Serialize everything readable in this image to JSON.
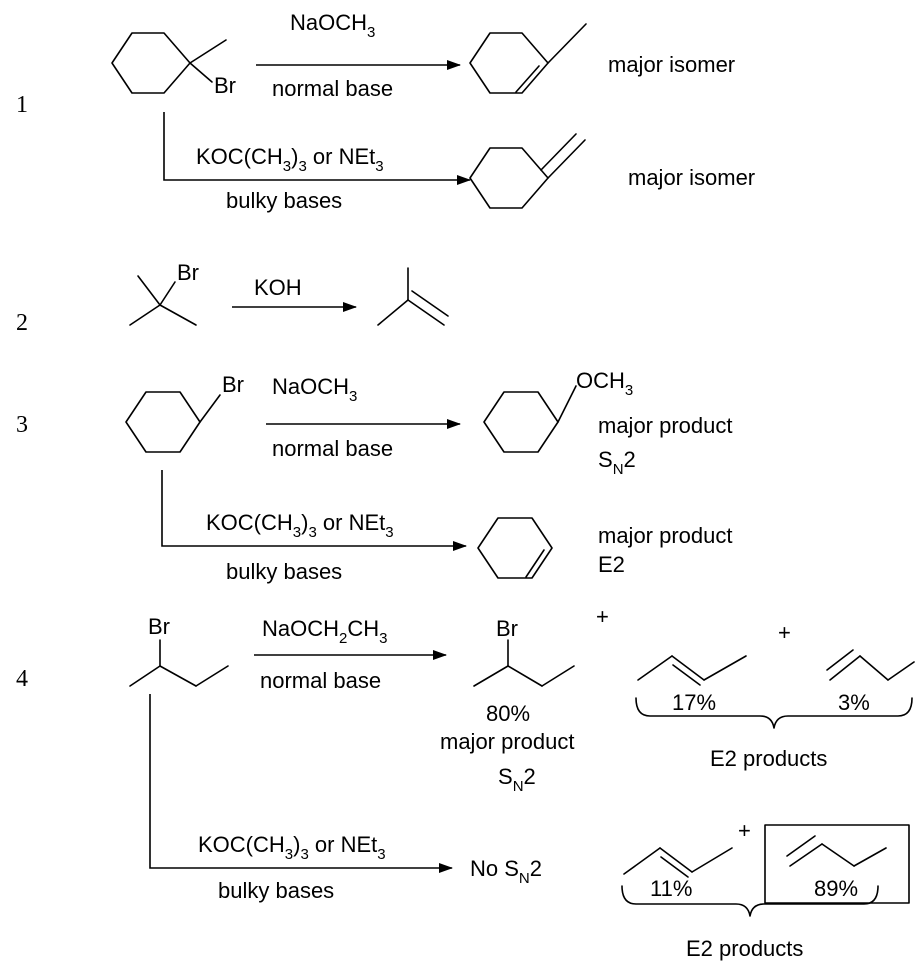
{
  "reactions": [
    {
      "number": "1",
      "reactant_label": "Br",
      "normal": {
        "reagent": "NaOCH",
        "reagent_sub": "3",
        "condition": "normal base",
        "product_note": "major isomer"
      },
      "bulky": {
        "reagent_a": "KOC(CH",
        "reagent_sub_a": "3",
        "reagent_b": ")",
        "reagent_sub_b": "3",
        "reagent_c": " or NEt",
        "reagent_sub_c": "3",
        "condition": "bulky bases",
        "product_note": "major isomer"
      }
    },
    {
      "number": "2",
      "reactant_label": "Br",
      "reagent": "KOH"
    },
    {
      "number": "3",
      "reactant_label": "Br",
      "normal": {
        "reagent": "NaOCH",
        "reagent_sub": "3",
        "condition": "normal base",
        "product_label": "OCH",
        "product_label_sub": "3",
        "product_note_1": "major product",
        "product_note_2_a": "S",
        "product_note_2_sub": "N",
        "product_note_2_b": "2"
      },
      "bulky": {
        "reagent_a": "KOC(CH",
        "reagent_sub_a": "3",
        "reagent_b": ")",
        "reagent_sub_b": "3",
        "reagent_c": " or NEt",
        "reagent_sub_c": "3",
        "condition": "bulky bases",
        "product_note_1": "major product",
        "product_note_2": "E2"
      }
    },
    {
      "number": "4",
      "reactant_label": "Br",
      "normal": {
        "reagent_a": "NaOCH",
        "reagent_sub_a": "2",
        "reagent_b": "CH",
        "reagent_sub_b": "3",
        "condition": "normal base",
        "product_label": "Br",
        "plus": "+",
        "sn2_percent": "80%",
        "sn2_note": "major product",
        "sn2_tag_a": "S",
        "sn2_tag_sub": "N",
        "sn2_tag_b": "2",
        "e2_percent_1": "17%",
        "e2_percent_2": "3%",
        "e2_label": "E2 products"
      },
      "bulky": {
        "reagent_a": "KOC(CH",
        "reagent_sub_a": "3",
        "reagent_b": ")",
        "reagent_sub_b": "3",
        "reagent_c": " or NEt",
        "reagent_sub_c": "3",
        "condition": "bulky bases",
        "result_a": "No S",
        "result_sub": "N",
        "result_b": "2",
        "plus": "+",
        "e2_percent_1": "11%",
        "e2_percent_2": "89%",
        "e2_label": "E2 products"
      }
    }
  ]
}
